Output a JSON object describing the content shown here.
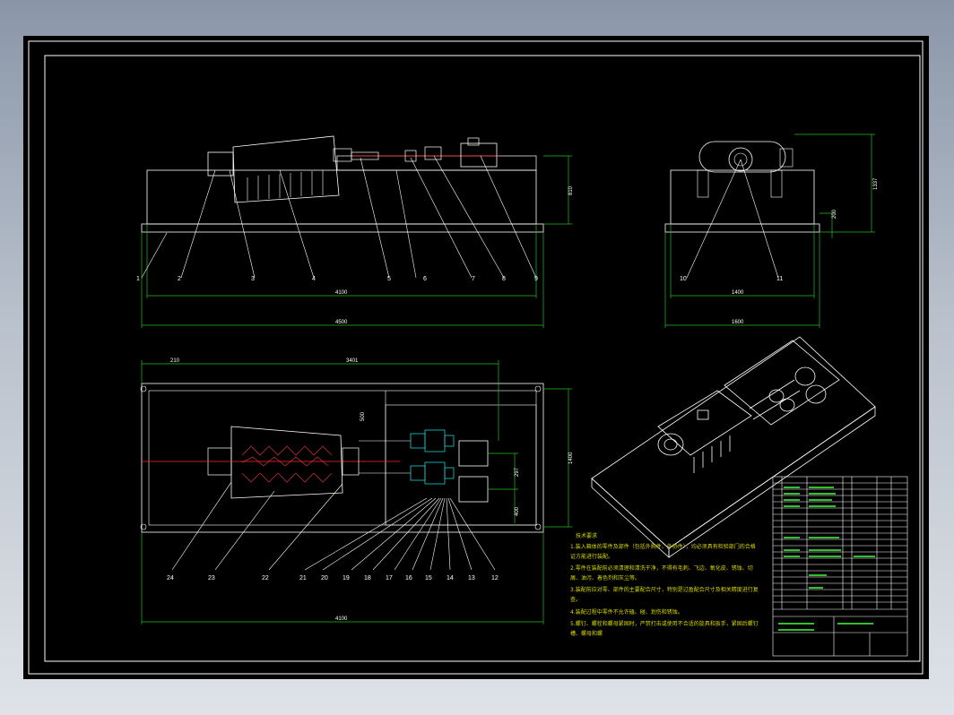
{
  "drawing": {
    "front_view": {
      "callouts": [
        "1",
        "2",
        "3",
        "4",
        "5",
        "6",
        "7",
        "8",
        "9"
      ],
      "dims": {
        "inner_length": "4100",
        "outer_length": "4500",
        "height": "810"
      }
    },
    "side_view": {
      "callouts": [
        "10",
        "11"
      ],
      "dims": {
        "base_width": "1400",
        "outer_width": "1600",
        "height": "1337",
        "offset": "200"
      }
    },
    "plan_view": {
      "callouts": [
        "24",
        "23",
        "22",
        "21",
        "20",
        "19",
        "18",
        "17",
        "16",
        "15",
        "14",
        "13",
        "12"
      ],
      "dims": {
        "left_offset": "210",
        "top_span": "3401",
        "depth": "1400",
        "length": "4100",
        "motor_spacing": "297",
        "motor_offset": "400",
        "small": "500"
      }
    },
    "technical_notes": {
      "title": "技术要求",
      "lines": [
        "1.装入箱体的零件及部件（包括外购件、外协件），均必须具有检验部门的合格",
        "证方能进行装配。",
        "2.零件在装配前必须清理和清洗干净，不得有毛刺、飞边、氧化皮、锈蚀、切",
        "屑、油污、着色剂和灰尘等。",
        "3.装配前应对零、部件的主要配合尺寸，特别是过盈配合尺寸及相关精度进行复",
        "查。",
        "4.装配过程中零件不允许磕、碰、划伤和锈蚀。",
        "5.螺钉、螺栓和螺母紧固时，严禁打击或使用不合适的旋具和扳手，紧固后螺钉",
        "槽、螺母和螺"
      ]
    }
  }
}
